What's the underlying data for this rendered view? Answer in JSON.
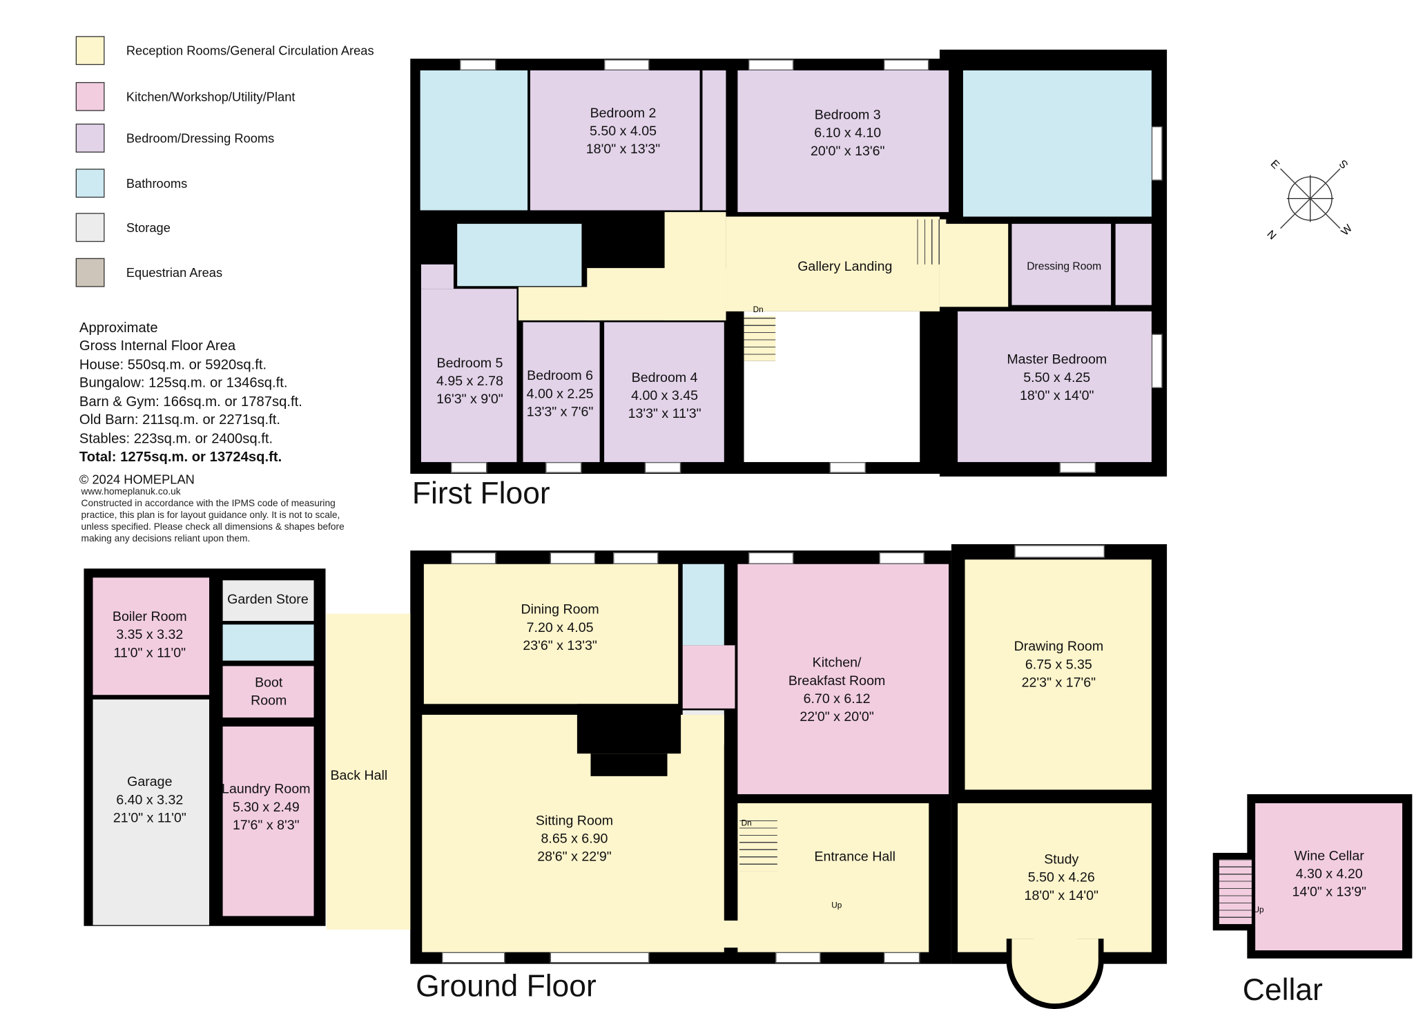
{
  "legend": [
    {
      "label": "Reception Rooms/General Circulation Areas",
      "color": "#fdf5cc"
    },
    {
      "label": "Kitchen/Workshop/Utility/Plant",
      "color": "#f2cde0"
    },
    {
      "label": "Bedroom/Dressing Rooms",
      "color": "#e2d3e9"
    },
    {
      "label": "Bathrooms",
      "color": "#cdeaf2"
    },
    {
      "label": "Storage",
      "color": "#ececec"
    },
    {
      "label": "Equestrian Areas",
      "color": "#cdc5b9"
    }
  ],
  "area": {
    "line1": "Approximate",
    "line2": "Gross Internal Floor Area",
    "house": "House: 550sq.m. or 5920sq.ft.",
    "bungalow": "Bungalow: 125sq.m. or 1346sq.ft.",
    "barn_gym": "Barn & Gym: 166sq.m. or 1787sq.ft.",
    "old_barn": "Old Barn: 211sq.m. or 2271sq.ft.",
    "stables": "Stables: 223sq.m. or 2400sq.ft.",
    "total": "Total: 1275sq.m. or 13724sq.ft."
  },
  "copyright": "© 2024 HOMEPLAN",
  "website": "www.homeplanuk.co.uk",
  "disclaimer": "Constructed in accordance with the IPMS code of measuring practice, this plan is for layout guidance only. It is not to scale, unless specified.  Please check all dimensions & shapes before making any decisions reliant upon them.",
  "floors": {
    "first": "First Floor",
    "ground": "Ground Floor",
    "cellar": "Cellar"
  },
  "compass": {
    "n": "N",
    "e": "E",
    "s": "S",
    "w": "W"
  },
  "stair_labels": {
    "dn": "Dn",
    "up": "Up"
  },
  "rooms": [
    {
      "name": "Bedroom 2",
      "metric": "5.50 x 4.05",
      "imperial": "18'0\" x 13'3\""
    },
    {
      "name": "Bedroom 3",
      "metric": "6.10 x 4.10",
      "imperial": "20'0\" x 13'6\""
    },
    {
      "name": "Gallery Landing"
    },
    {
      "name": "Dressing Room"
    },
    {
      "name": "Master Bedroom",
      "metric": "5.50 x 4.25",
      "imperial": "18'0\" x 14'0\""
    },
    {
      "name": "Bedroom 5",
      "metric": "4.95 x 2.78",
      "imperial": "16'3\" x 9'0\""
    },
    {
      "name": "Bedroom 6",
      "metric": "4.00 x 2.25",
      "imperial": "13'3\" x 7'6\""
    },
    {
      "name": "Bedroom 4",
      "metric": "4.00 x 3.45",
      "imperial": "13'3\" x 11'3\""
    },
    {
      "name": "Dining Room",
      "metric": "7.20 x 4.05",
      "imperial": "23'6\" x 13'3\""
    },
    {
      "name": "Kitchen/\nBreakfast Room",
      "metric": "6.70 x 6.12",
      "imperial": "22'0\" x 20'0\""
    },
    {
      "name": "Drawing Room",
      "metric": "6.75 x 5.35",
      "imperial": "22'3\" x 17'6\""
    },
    {
      "name": "Boiler Room",
      "metric": "3.35 x 3.32",
      "imperial": "11'0\" x 11'0\""
    },
    {
      "name": "Garden Store"
    },
    {
      "name": "Boot\nRoom"
    },
    {
      "name": "Back Hall"
    },
    {
      "name": "Garage",
      "metric": "6.40 x 3.32",
      "imperial": "21'0\" x 11'0\""
    },
    {
      "name": "Laundry Room",
      "metric": "5.30 x 2.49",
      "imperial": "17'6\" x 8'3\""
    },
    {
      "name": "Sitting Room",
      "metric": "8.65 x 6.90",
      "imperial": "28'6\" x 22'9\""
    },
    {
      "name": "Entrance Hall"
    },
    {
      "name": "Study",
      "metric": "5.50 x 4.26",
      "imperial": "18'0\" x 14'0\""
    },
    {
      "name": "Wine Cellar",
      "metric": "4.30 x 4.20",
      "imperial": "14'0\" x 13'9\""
    }
  ]
}
